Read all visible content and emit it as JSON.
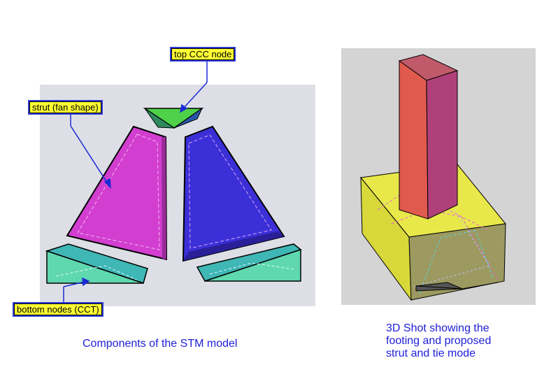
{
  "callouts": {
    "top_node": "top CCC node",
    "strut": "strut (fan shape)",
    "bottom_nodes": "bottom nodes (CCT)"
  },
  "captions": {
    "left": "Components of the STM model",
    "right_line1": "3D Shot showing the",
    "right_line2": "footing and proposed",
    "right_line3": "strut and tie mode"
  },
  "colors": {
    "magenta_strut": "#d23ed0",
    "blue_strut": "#3b2fd8",
    "top_node_green": "#4fd24a",
    "bottom_node_teal": "#5fd8b0",
    "column_red": "#e05a4e",
    "footing_yellow": "#e8e84a",
    "callout_fill": "#ffff33",
    "arrow_blue": "#1a2bd6",
    "caption_blue": "#2020d8"
  }
}
